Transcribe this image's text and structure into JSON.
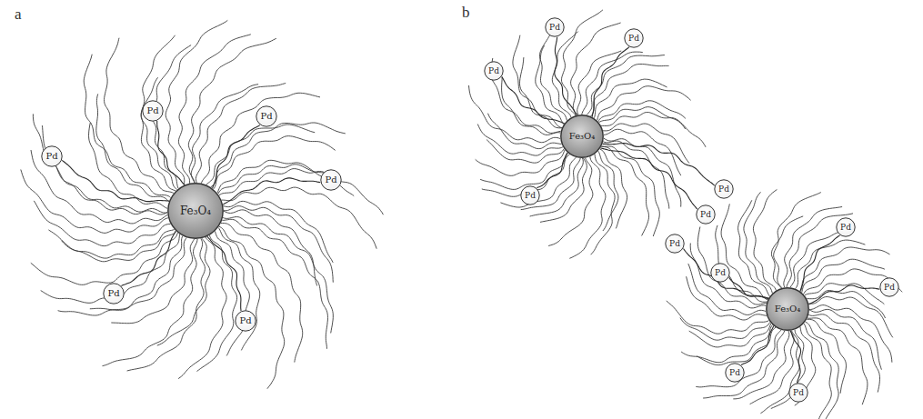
{
  "diagram": {
    "nodes": [
      {
        "text": [
          "Fe₃O₄"
        ]
      },
      {
        "text": [
          "Pd"
        ]
      },
      {
        "text": [
          "Pd"
        ]
      },
      {
        "text": [
          "Pd"
        ]
      },
      {
        "text": [
          "Pd"
        ]
      },
      {
        "text": [
          "Pd"
        ]
      },
      {
        "text": [
          "Pd"
        ]
      },
      {
        "text": [
          "Fe₃O₄"
        ]
      },
      {
        "text": [
          "Pd"
        ]
      },
      {
        "text": [
          "Pd"
        ]
      },
      {
        "text": [
          "Pd"
        ]
      },
      {
        "text": [
          "Pd"
        ]
      },
      {
        "text": [
          "Pd"
        ]
      },
      {
        "text": [
          "Pd"
        ]
      },
      {
        "text": [
          "Fe₃O₄"
        ]
      },
      {
        "text": [
          "Pd"
        ]
      },
      {
        "text": [
          "Pd"
        ]
      },
      {
        "text": [
          "Pd"
        ]
      },
      {
        "text": [
          "Pd"
        ]
      },
      {
        "text": [
          "Pd"
        ]
      },
      {
        "text": [
          "Pd"
        ]
      }
    ],
    "edges": [
      {
        "from": 0,
        "to": 1,
        "arrow": "none"
      },
      {
        "from": 0,
        "to": 2,
        "arrow": "none"
      },
      {
        "from": 0,
        "to": 3,
        "arrow": "none"
      },
      {
        "from": 0,
        "to": 4,
        "arrow": "none"
      },
      {
        "from": 0,
        "to": 5,
        "arrow": "none"
      },
      {
        "from": 0,
        "to": 6,
        "arrow": "none"
      },
      {
        "from": 7,
        "to": 8,
        "arrow": "none"
      },
      {
        "from": 7,
        "to": 9,
        "arrow": "none"
      },
      {
        "from": 7,
        "to": 10,
        "arrow": "none"
      },
      {
        "from": 7,
        "to": 11,
        "arrow": "none"
      },
      {
        "from": 7,
        "to": 12,
        "arrow": "none"
      },
      {
        "from": 7,
        "to": 13,
        "arrow": "none"
      },
      {
        "from": 14,
        "to": 15,
        "arrow": "none"
      },
      {
        "from": 14,
        "to": 16,
        "arrow": "none"
      },
      {
        "from": 14,
        "to": 17,
        "arrow": "none"
      },
      {
        "from": 14,
        "to": 18,
        "arrow": "none"
      },
      {
        "from": 14,
        "to": 19,
        "arrow": "none"
      },
      {
        "from": 14,
        "to": 20,
        "arrow": "none"
      }
    ],
    "labels": [
      "a",
      "b"
    ]
  }
}
